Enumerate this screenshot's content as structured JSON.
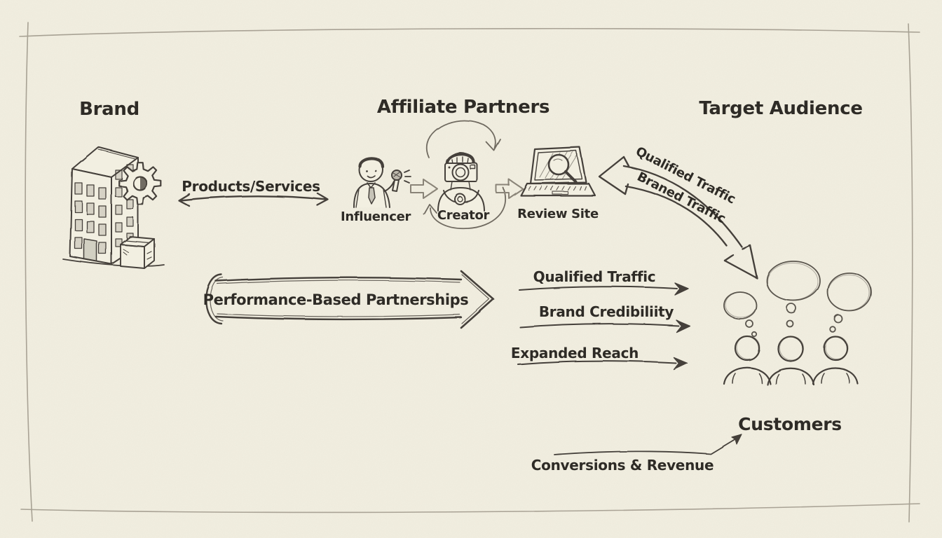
{
  "palette": {
    "paper": "#f2efe1",
    "ink": "#45403a",
    "pencil": "#a49e90",
    "soft_ink": "#6f6a60",
    "text": "#2e2b26"
  },
  "brand": {
    "title": "Brand"
  },
  "affiliate": {
    "title": "Affiliate Partners",
    "influencer_label": "Influencer",
    "creator_label": "Creator",
    "review_site_label": "Review Site"
  },
  "target": {
    "title": "Target Audience"
  },
  "flows": {
    "products": "Products/Services",
    "curved_line1": "Qualified Traffic",
    "curved_line2": "Braned Traffic",
    "performance": "Performance-Based Partnerships",
    "benefit1": "Qualified Traffic",
    "benefit2": "Brand Credibiliity",
    "benefit3": "Expanded Reach",
    "conversions": "Conversions & Revenue"
  },
  "customers": {
    "title": "Customers"
  }
}
